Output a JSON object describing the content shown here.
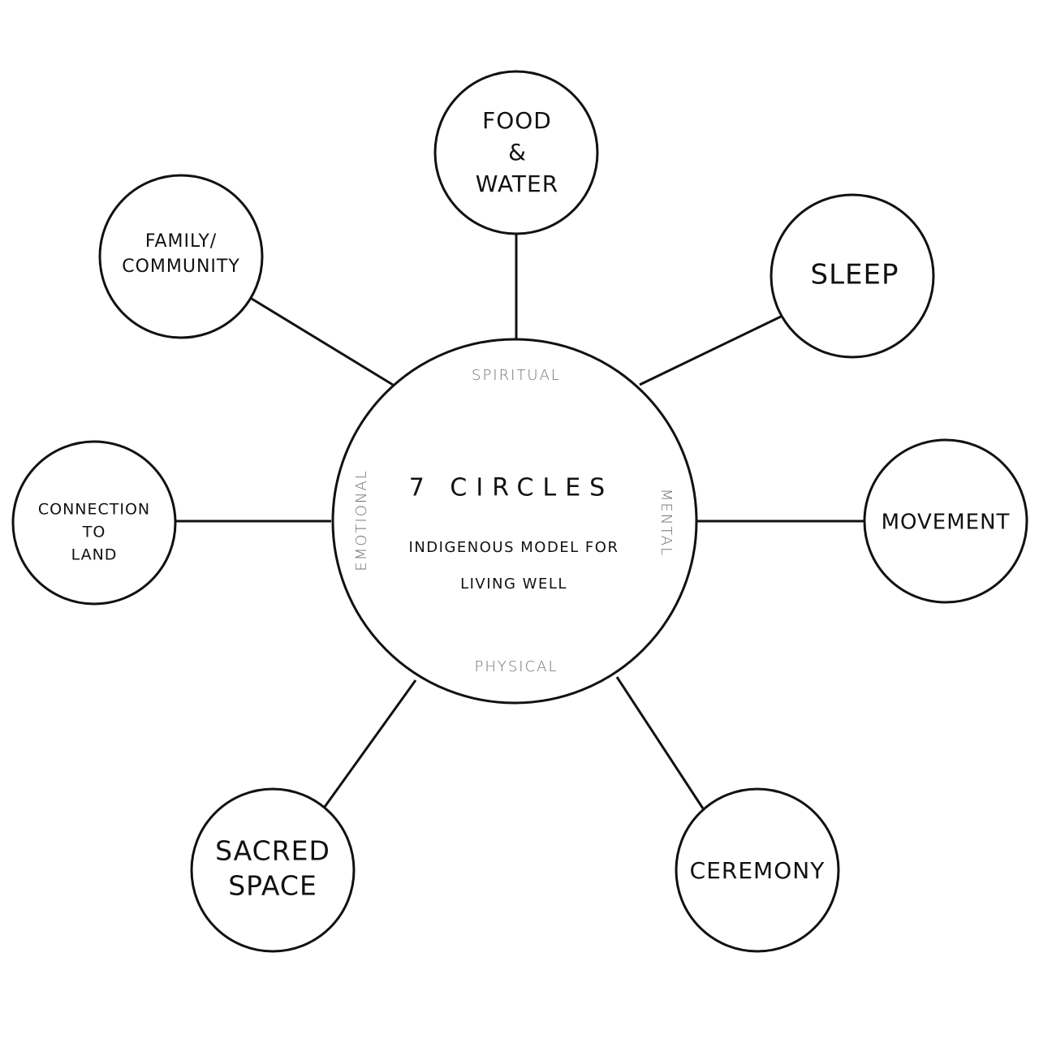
{
  "center": {
    "title": "7 CIRCLES",
    "subtitle_line1": "INDIGENOUS MODEL FOR",
    "subtitle_line2": "LIVING WELL",
    "quadrants": {
      "top": "SPIRITUAL",
      "right": "MENTAL",
      "bottom": "PHYSICAL",
      "left": "EMOTIONAL"
    }
  },
  "nodes": [
    {
      "id": "food-water",
      "lines": [
        "FOOD",
        "&",
        "WATER"
      ]
    },
    {
      "id": "sleep",
      "lines": [
        "SLEEP"
      ]
    },
    {
      "id": "movement",
      "lines": [
        "MOVEMENT"
      ]
    },
    {
      "id": "ceremony",
      "lines": [
        "CEREMONY"
      ]
    },
    {
      "id": "sacred-space",
      "lines": [
        "SACRED",
        "SPACE"
      ]
    },
    {
      "id": "connection-to-land",
      "lines": [
        "CONNECTION",
        "TO",
        "LAND"
      ]
    },
    {
      "id": "family-community",
      "lines": [
        "FAMILY/",
        "COMMUNITY"
      ]
    }
  ],
  "colors": {
    "stroke": "#111111",
    "muted_text": "#6f6f6f",
    "background": "#ffffff"
  }
}
